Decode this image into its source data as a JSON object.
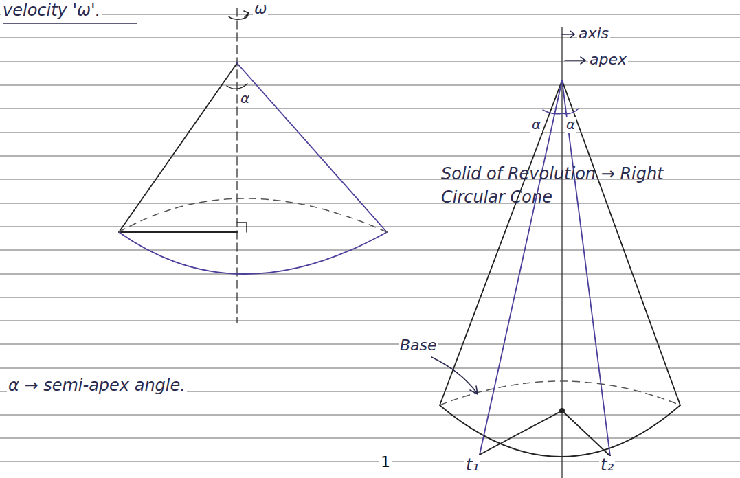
{
  "diagram": {
    "labels": [
      "velocity 'ω'.",
      "ω",
      "α",
      "Solid of Revolution → Right Circular Cone",
      "α → semi-apex angle.",
      "axis",
      "apex",
      "α",
      "α",
      "Base",
      "t₁",
      "t₂",
      "1"
    ]
  }
}
